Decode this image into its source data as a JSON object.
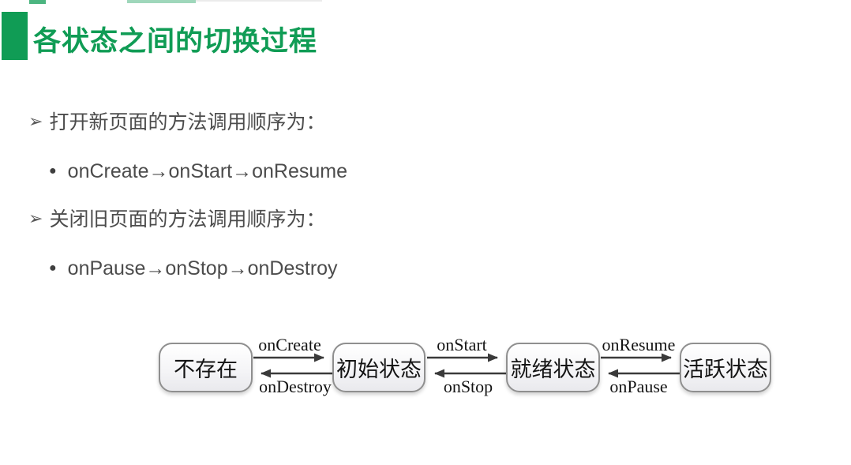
{
  "slide": {
    "accent_green": "#109c55",
    "body_text_color": "#4c4c4c",
    "background": "#ffffff"
  },
  "title": {
    "text": "各状态之间的切换过程"
  },
  "bullets": [
    {
      "marker": "➢",
      "level": 1,
      "text": "打开新页面的方法调用顺序为："
    },
    {
      "marker": "●",
      "level": 2,
      "text": "onCreate→onStart→onResume"
    },
    {
      "marker": "➢",
      "level": 1,
      "text": "关闭旧页面的方法调用顺序为："
    },
    {
      "marker": "●",
      "level": 2,
      "text": "onPause→onStop→onDestroy"
    }
  ],
  "diagram": {
    "states": [
      {
        "label": "不存在"
      },
      {
        "label": "初始状态"
      },
      {
        "label": "就绪状态"
      },
      {
        "label": "活跃状态"
      }
    ],
    "transitions": [
      {
        "label": "onCreate",
        "from": "不存在",
        "to": "初始状态",
        "direction": "forward"
      },
      {
        "label": "onDestroy",
        "from": "初始状态",
        "to": "不存在",
        "direction": "back"
      },
      {
        "label": "onStart",
        "from": "初始状态",
        "to": "就绪状态",
        "direction": "forward"
      },
      {
        "label": "onStop",
        "from": "就绪状态",
        "to": "初始状态",
        "direction": "back"
      },
      {
        "label": "onResume",
        "from": "就绪状态",
        "to": "活跃状态",
        "direction": "forward"
      },
      {
        "label": "onPause",
        "from": "活跃状态",
        "to": "就绪状态",
        "direction": "back"
      }
    ],
    "box_border_color": "#8f8f8f",
    "arrow_color": "#3a3a3a"
  }
}
